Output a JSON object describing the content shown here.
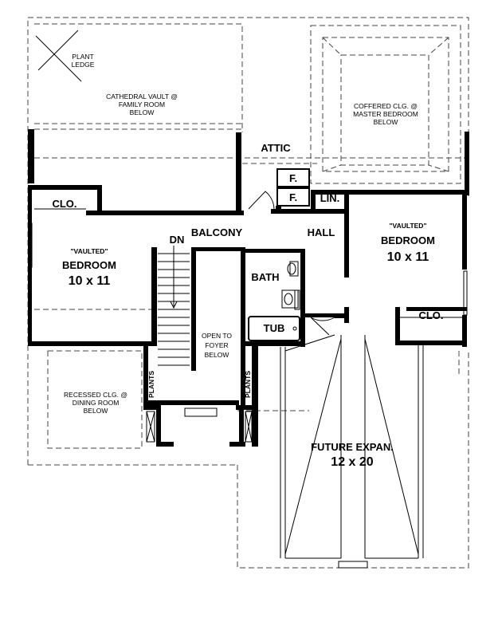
{
  "labels": {
    "plant_ledge": [
      "PLANT",
      "LEDGE"
    ],
    "cathedral_vault": [
      "CATHEDRAL VAULT @",
      "FAMILY ROOM",
      "BELOW"
    ],
    "coffered_clg": [
      "COFFERED CLG. @",
      "MASTER BEDROOM",
      "BELOW"
    ],
    "attic": "ATTIC",
    "f_upper": "F.",
    "f_lower": "F.",
    "lin": "LIN.",
    "clo_left": "CLO.",
    "clo_right": "CLO.",
    "balcony": "BALCONY",
    "hall": "HALL",
    "dn": "DN",
    "bath": "BATH",
    "tub": "TUB",
    "bedroom_left": {
      "note": "\"VAULTED\"",
      "name": "BEDROOM",
      "size": "10 x 11"
    },
    "bedroom_right": {
      "note": "\"VAULTED\"",
      "name": "BEDROOM",
      "size": "10 x 11"
    },
    "open_to_foyer": [
      "OPEN TO",
      "FOYER",
      "BELOW"
    ],
    "plants_left": "PLANTS",
    "plants_right": "PLANTS",
    "recessed_clg": [
      "RECESSED CLG. @",
      "DINING ROOM",
      "BELOW"
    ],
    "future_expan": {
      "name": "FUTURE EXPAN.",
      "size": "12 x 20"
    }
  }
}
